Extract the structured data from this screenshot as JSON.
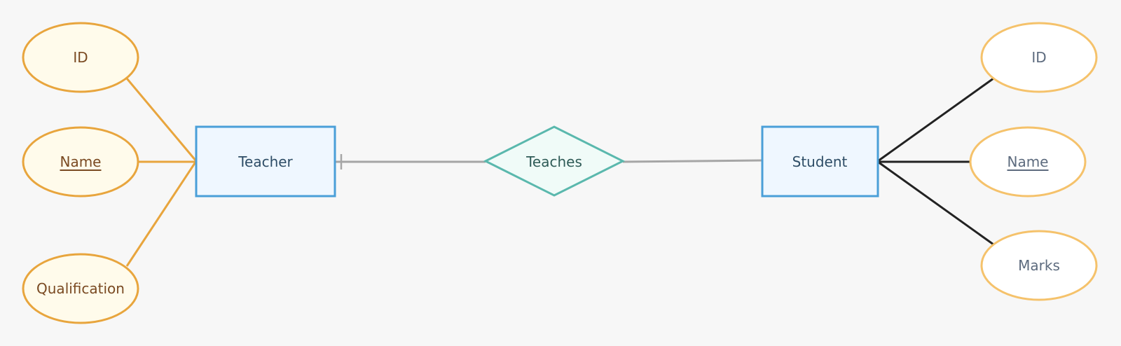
{
  "entities": {
    "teacher": "Teacher",
    "student": "Student"
  },
  "relationship": {
    "label": "Teaches"
  },
  "teacher_attributes": {
    "id": "ID",
    "name": "Name",
    "qualification": "Qualification"
  },
  "student_attributes": {
    "id": "ID",
    "name": "Name",
    "marks": "Marks"
  },
  "colors": {
    "background": "#f7f7f7",
    "left_attr_stroke": "#e8a53d",
    "left_attr_fill": "#fffbeb",
    "right_attr_stroke": "#f5c26b",
    "right_attr_fill": "#ffffff",
    "entity_stroke": "#4a9fd8",
    "entity_fill": "#eff7ff",
    "relationship_stroke": "#5ab8ad",
    "relationship_fill": "#f0fbf8",
    "left_connector": "#e8a53d",
    "right_connector": "#222222",
    "relation_line": "#a6a6a6"
  }
}
